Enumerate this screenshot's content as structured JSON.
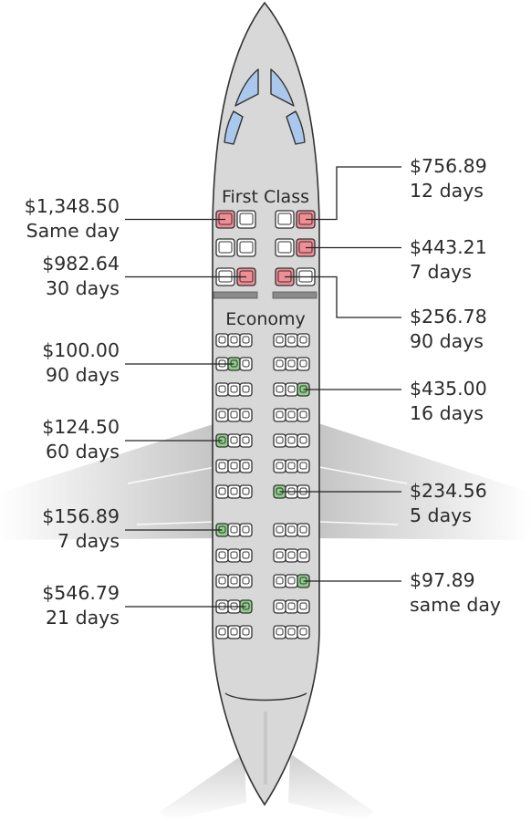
{
  "cabin": {
    "first_label": "First Class",
    "economy_label": "Economy"
  },
  "fares": [
    {
      "price": "$1,348.50",
      "when": "Same day",
      "cls": "first",
      "row": 0,
      "seat": 0
    },
    {
      "price": "$756.89",
      "when": "12 days",
      "cls": "first",
      "row": 0,
      "seat": 3
    },
    {
      "price": "$443.21",
      "when": "7 days",
      "cls": "first",
      "row": 1,
      "seat": 3
    },
    {
      "price": "$982.64",
      "when": "30 days",
      "cls": "first",
      "row": 2,
      "seat": 1
    },
    {
      "price": "$256.78",
      "when": "90 days",
      "cls": "first",
      "row": 2,
      "seat": 2
    },
    {
      "price": "$100.00",
      "when": "90 days",
      "cls": "economy",
      "row": 1,
      "seat": 1
    },
    {
      "price": "$435.00",
      "when": "16 days",
      "cls": "economy",
      "row": 2,
      "seat": 5
    },
    {
      "price": "$124.50",
      "when": "60 days",
      "cls": "economy",
      "row": 4,
      "seat": 0
    },
    {
      "price": "$234.56",
      "when": "5 days",
      "cls": "economy",
      "row": 6,
      "seat": 3
    },
    {
      "price": "$156.89",
      "when": "7 days",
      "cls": "economy",
      "row": 7,
      "seat": 0
    },
    {
      "price": "$97.89",
      "when": "same day",
      "cls": "economy",
      "row": 9,
      "seat": 5
    },
    {
      "price": "$546.79",
      "when": "21 days",
      "cls": "economy",
      "row": 10,
      "seat": 2
    }
  ],
  "colors": {
    "fuselage": "#d8d8d8",
    "outline": "#333333",
    "window": "#a9c8ec",
    "first_highlight": "#f08e96",
    "economy_highlight": "#8fcf8a",
    "seat": "#ffffff",
    "leader": "#222222"
  }
}
